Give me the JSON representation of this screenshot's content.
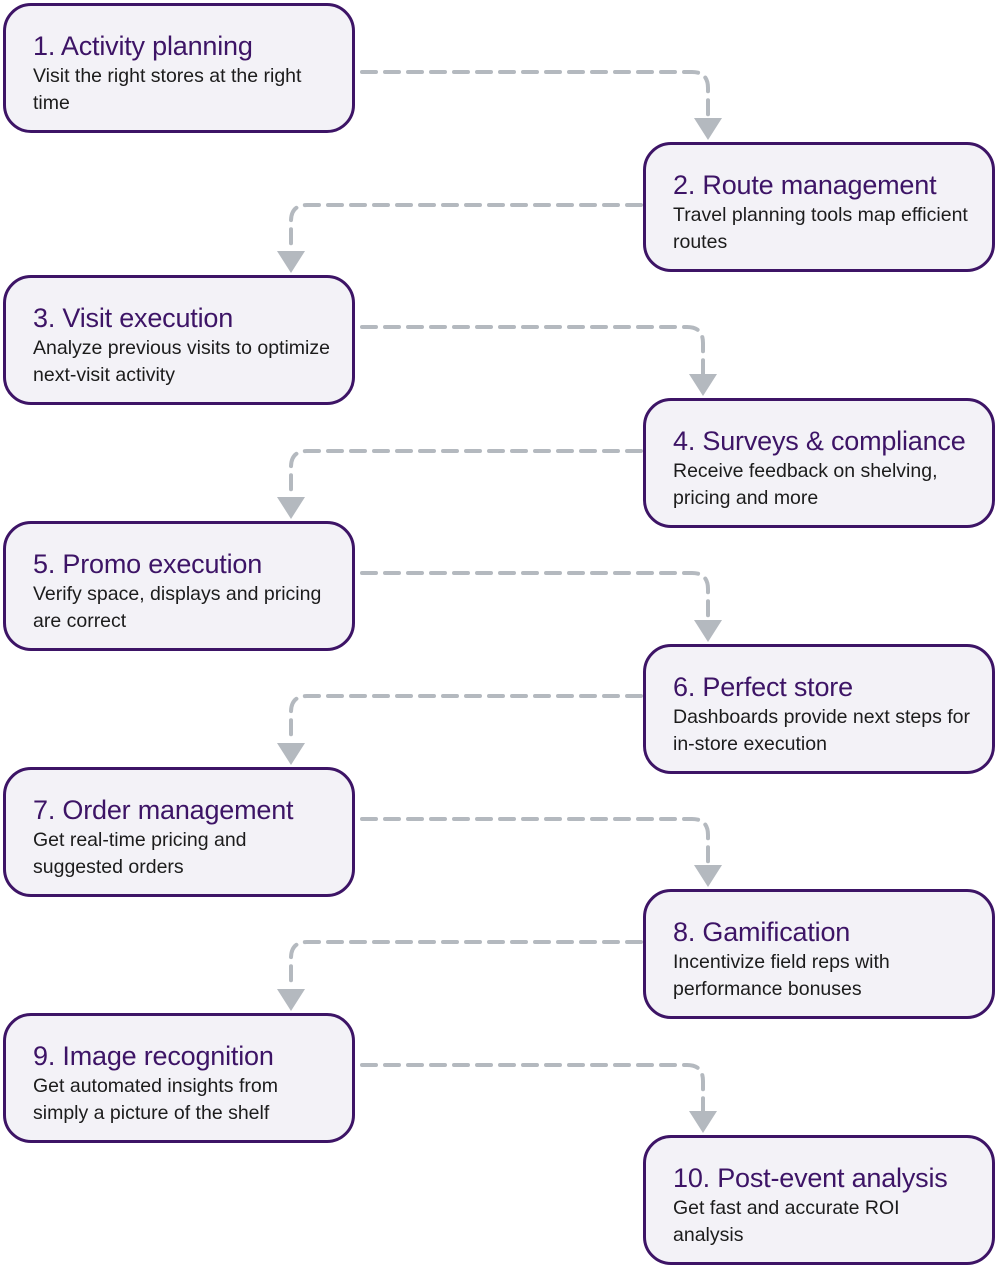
{
  "diagram": {
    "colors": {
      "box_border": "#3d1466",
      "box_fill": "#f3f2f7",
      "title_text": "#3d1466",
      "desc_text": "#1c1c1c",
      "connector": "#b4b9bf"
    },
    "steps": [
      {
        "title": "1. Activity planning",
        "desc": "Visit the right stores at the right time"
      },
      {
        "title": "2. Route management",
        "desc": "Travel planning tools map efficient routes"
      },
      {
        "title": "3. Visit execution",
        "desc": "Analyze previous visits to optimize next-visit activity"
      },
      {
        "title": "4. Surveys & compliance",
        "desc": "Receive feedback on shelving, pricing and more"
      },
      {
        "title": "5. Promo execution",
        "desc": "Verify space, displays and pricing are correct"
      },
      {
        "title": "6. Perfect store",
        "desc": "Dashboards provide next steps for in-store execution"
      },
      {
        "title": "7. Order management",
        "desc": "Get real-time pricing and suggested orders"
      },
      {
        "title": "8. Gamification",
        "desc": "Incentivize field reps with performance bonuses"
      },
      {
        "title": "9. Image recognition",
        "desc": "Get automated insights from simply a picture of the shelf"
      },
      {
        "title": "10. Post-event analysis",
        "desc": "Get fast and accurate ROI analysis"
      }
    ]
  }
}
